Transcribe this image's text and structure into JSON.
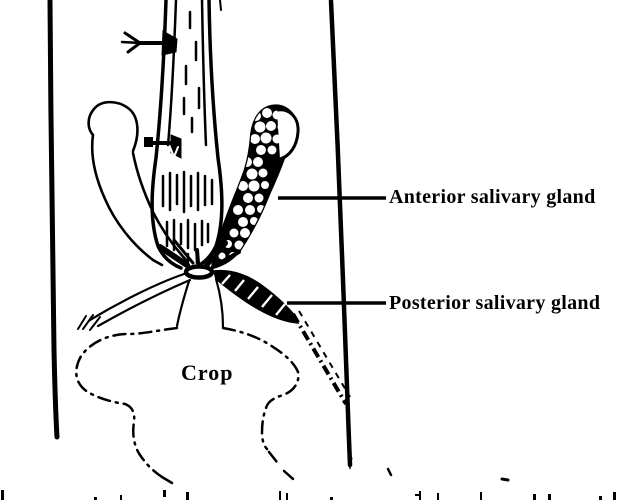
{
  "figure": {
    "ink_color": "#000000",
    "paper_color": "#ffffff",
    "labels": {
      "anterior_gland": "Anterior salivary gland",
      "posterior_gland": "Posterior salivary gland",
      "crop": "Crop"
    }
  }
}
